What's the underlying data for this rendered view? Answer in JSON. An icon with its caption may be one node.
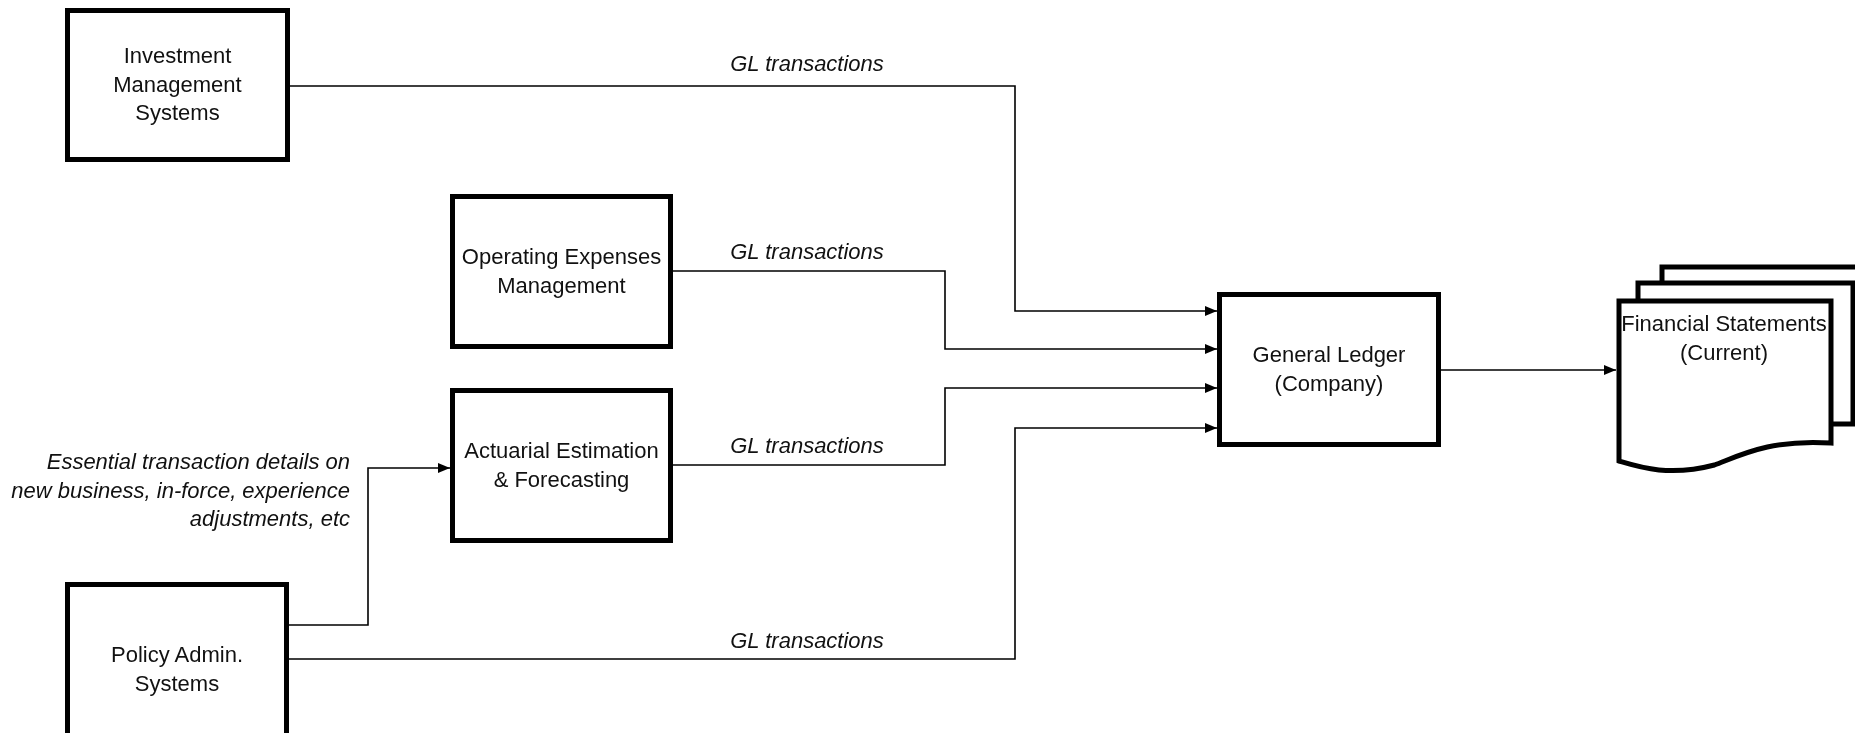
{
  "diagram": {
    "nodes": [
      {
        "text": [
          "Investment Management Systems"
        ]
      },
      {
        "text": [
          "Operating Expenses Management"
        ]
      },
      {
        "text": [
          "Actuarial Estimation & Forecasting"
        ]
      },
      {
        "text": [
          "Policy Admin. Systems"
        ]
      },
      {
        "text": [
          "General Ledger (Company)"
        ]
      },
      {
        "text": [
          "Financial Statements (Current)"
        ]
      }
    ],
    "edges": [
      {
        "from": 0,
        "to": 4,
        "arrow": "to",
        "label": "GL transactions"
      },
      {
        "from": 1,
        "to": 4,
        "arrow": "to",
        "label": "GL transactions"
      },
      {
        "from": 2,
        "to": 4,
        "arrow": "to",
        "label": "GL transactions"
      },
      {
        "from": 3,
        "to": 4,
        "arrow": "to",
        "label": "GL transactions"
      },
      {
        "from": 3,
        "to": 2,
        "arrow": "to",
        "label": "Essential transaction details on new business, in-force, experience adjustments, etc"
      },
      {
        "from": 4,
        "to": 5,
        "arrow": "to"
      }
    ]
  }
}
